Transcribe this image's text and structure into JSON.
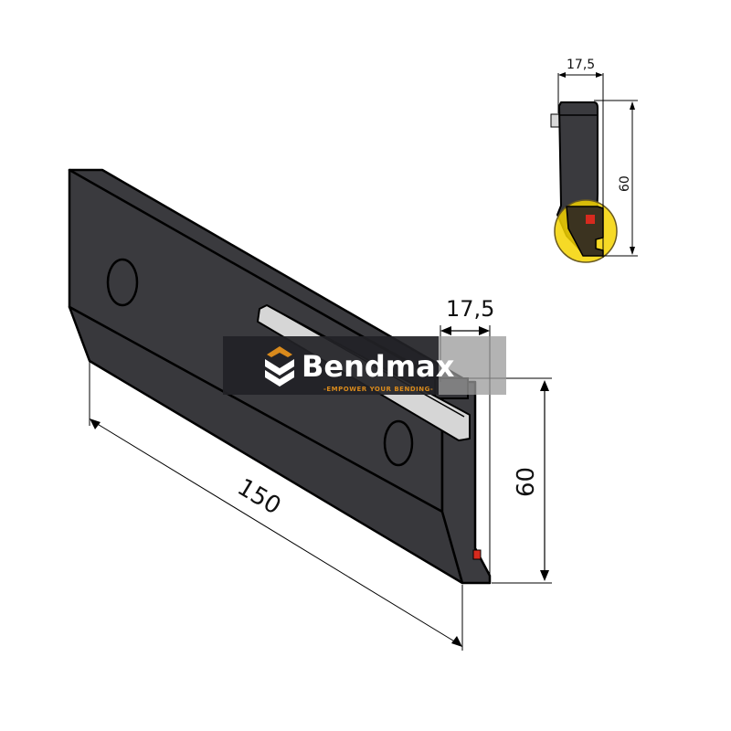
{
  "drawing": {
    "subject": "press brake tool segment",
    "colors": {
      "body": "#3a3a3e",
      "outline": "#000000",
      "slot": "#d4d4d4",
      "detail_highlight": "#f4d400",
      "detail_inner": "#3b3320",
      "marker": "#d62a1e",
      "logo_panel": "#222226",
      "logo_panel_light": "#b0b0b0",
      "logo_accent": "#d98a1c"
    },
    "main_view": {
      "dimensions": {
        "length": "150",
        "width": "17,5",
        "height": "60"
      }
    },
    "profile_view": {
      "dimensions": {
        "width": "17,5",
        "height": "60"
      }
    }
  },
  "watermark": {
    "brand": "Bendmax",
    "tagline": "-EMPOWER YOUR BENDING-"
  }
}
